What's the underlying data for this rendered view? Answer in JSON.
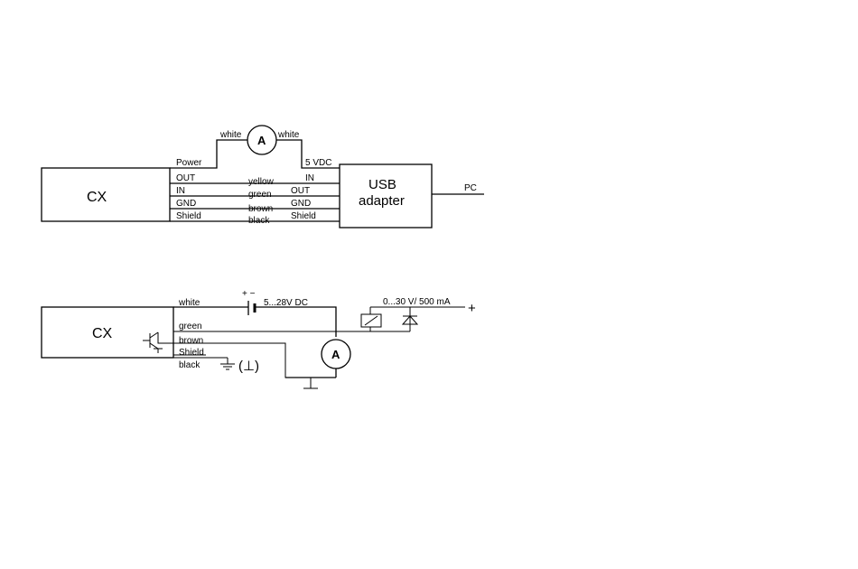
{
  "diagram1": {
    "cx_label": "CX",
    "usb_label_line1": "USB",
    "usb_label_line2": "adapter",
    "pc_label": "PC",
    "power_label": "Power",
    "voltage_label": "5 VDC",
    "white_left": "white",
    "white_right": "white",
    "ammeter": "A",
    "cx_pins": [
      "OUT",
      "IN",
      "GND",
      "Shield"
    ],
    "wire_colors": [
      "yellow",
      "green",
      "brown",
      "black"
    ],
    "usb_pins": [
      "IN",
      "OUT",
      "GND",
      "Shield"
    ]
  },
  "diagram2": {
    "cx_label": "CX",
    "wires": [
      "white",
      "green",
      "brown",
      "Shield",
      "black"
    ],
    "battery_polarity": "+ −",
    "battery_voltage": "5...28V DC",
    "load_rating": "0...30 V/ 500 mA",
    "plus_terminal": "+",
    "ammeter": "A",
    "ground_note": "(⊥)"
  }
}
